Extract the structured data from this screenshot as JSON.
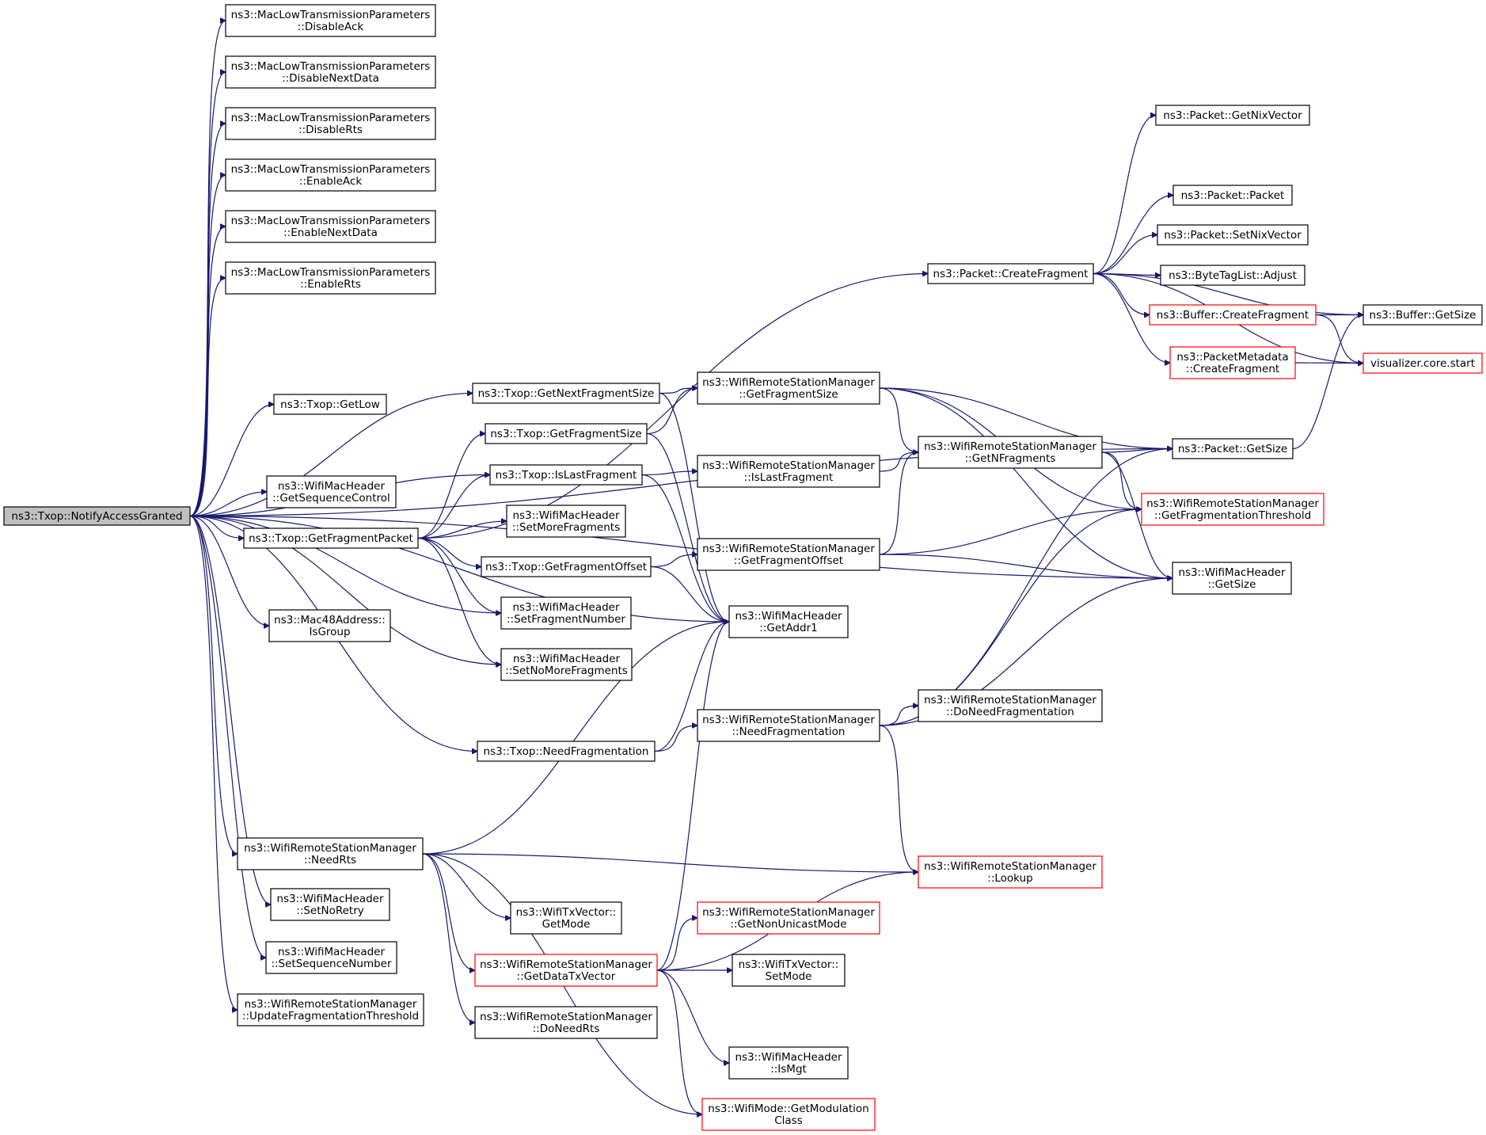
{
  "colors": {
    "edge": "#191970",
    "node_border": "#000000",
    "node_border_truncated": "#ff0000",
    "root_fill": "#bfbfbf"
  },
  "nodes": [
    {
      "id": "root",
      "lines": [
        "ns3::Txop::NotifyAccessGranted"
      ],
      "root": true
    },
    {
      "id": "disableAck",
      "lines": [
        "ns3::MacLowTransmissionParameters",
        "::DisableAck"
      ]
    },
    {
      "id": "disableNextData",
      "lines": [
        "ns3::MacLowTransmissionParameters",
        "::DisableNextData"
      ]
    },
    {
      "id": "disableRts",
      "lines": [
        "ns3::MacLowTransmissionParameters",
        "::DisableRts"
      ]
    },
    {
      "id": "enableAck",
      "lines": [
        "ns3::MacLowTransmissionParameters",
        "::EnableAck"
      ]
    },
    {
      "id": "enableNextData",
      "lines": [
        "ns3::MacLowTransmissionParameters",
        "::EnableNextData"
      ]
    },
    {
      "id": "enableRts",
      "lines": [
        "ns3::MacLowTransmissionParameters",
        "::EnableRts"
      ]
    },
    {
      "id": "getLow",
      "lines": [
        "ns3::Txop::GetLow"
      ]
    },
    {
      "id": "getSeqCtrl",
      "lines": [
        "ns3::WifiMacHeader",
        "::GetSequenceControl"
      ]
    },
    {
      "id": "getFragPacket",
      "lines": [
        "ns3::Txop::GetFragmentPacket"
      ]
    },
    {
      "id": "isGroup",
      "lines": [
        "ns3::Mac48Address::",
        "IsGroup"
      ]
    },
    {
      "id": "needRts",
      "lines": [
        "ns3::WifiRemoteStationManager",
        "::NeedRts"
      ]
    },
    {
      "id": "setNoRetry",
      "lines": [
        "ns3::WifiMacHeader",
        "::SetNoRetry"
      ]
    },
    {
      "id": "setSeqNum",
      "lines": [
        "ns3::WifiMacHeader",
        "::SetSequenceNumber"
      ]
    },
    {
      "id": "updFragThr",
      "lines": [
        "ns3::WifiRemoteStationManager",
        "::UpdateFragmentationThreshold"
      ]
    },
    {
      "id": "txopNextFragSize",
      "lines": [
        "ns3::Txop::GetNextFragmentSize"
      ]
    },
    {
      "id": "txopFragSize",
      "lines": [
        "ns3::Txop::GetFragmentSize"
      ]
    },
    {
      "id": "txopIsLast",
      "lines": [
        "ns3::Txop::IsLastFragment"
      ]
    },
    {
      "id": "setMoreFrag",
      "lines": [
        "ns3::WifiMacHeader",
        "::SetMoreFragments"
      ]
    },
    {
      "id": "txopFragOffset",
      "lines": [
        "ns3::Txop::GetFragmentOffset"
      ]
    },
    {
      "id": "setFragNum",
      "lines": [
        "ns3::WifiMacHeader",
        "::SetFragmentNumber"
      ]
    },
    {
      "id": "setNoMoreFrag",
      "lines": [
        "ns3::WifiMacHeader",
        "::SetNoMoreFragments"
      ]
    },
    {
      "id": "txopNeedFrag",
      "lines": [
        "ns3::Txop::NeedFragmentation"
      ]
    },
    {
      "id": "getModeTx",
      "lines": [
        "ns3::WifiTxVector::",
        "GetMode"
      ]
    },
    {
      "id": "getDataTxVector",
      "lines": [
        "ns3::WifiRemoteStationManager",
        "::GetDataTxVector"
      ],
      "red": true
    },
    {
      "id": "doNeedRts",
      "lines": [
        "ns3::WifiRemoteStationManager",
        "::DoNeedRts"
      ]
    },
    {
      "id": "wrsmFragSize",
      "lines": [
        "ns3::WifiRemoteStationManager",
        "::GetFragmentSize"
      ]
    },
    {
      "id": "wrsmIsLast",
      "lines": [
        "ns3::WifiRemoteStationManager",
        "::IsLastFragment"
      ]
    },
    {
      "id": "wrsmFragOffset",
      "lines": [
        "ns3::WifiRemoteStationManager",
        "::GetFragmentOffset"
      ]
    },
    {
      "id": "getAddr1",
      "lines": [
        "ns3::WifiMacHeader",
        "::GetAddr1"
      ]
    },
    {
      "id": "wrsmNeedFrag",
      "lines": [
        "ns3::WifiRemoteStationManager",
        "::NeedFragmentation"
      ]
    },
    {
      "id": "getNonUnicast",
      "lines": [
        "ns3::WifiRemoteStationManager",
        "::GetNonUnicastMode"
      ],
      "red": true
    },
    {
      "id": "setModeTx",
      "lines": [
        "ns3::WifiTxVector::",
        "SetMode"
      ]
    },
    {
      "id": "isMgt",
      "lines": [
        "ns3::WifiMacHeader",
        "::IsMgt"
      ]
    },
    {
      "id": "getModClass",
      "lines": [
        "ns3::WifiMode::GetModulation",
        "Class"
      ],
      "red": true
    },
    {
      "id": "pktCreateFrag",
      "lines": [
        "ns3::Packet::CreateFragment"
      ]
    },
    {
      "id": "getNFrag",
      "lines": [
        "ns3::WifiRemoteStationManager",
        "::GetNFragments"
      ]
    },
    {
      "id": "doNeedFrag",
      "lines": [
        "ns3::WifiRemoteStationManager",
        "::DoNeedFragmentation"
      ]
    },
    {
      "id": "lookup",
      "lines": [
        "ns3::WifiRemoteStationManager",
        "::Lookup"
      ],
      "red": true
    },
    {
      "id": "pktGetNix",
      "lines": [
        "ns3::Packet::GetNixVector"
      ]
    },
    {
      "id": "pktPacket",
      "lines": [
        "ns3::Packet::Packet"
      ]
    },
    {
      "id": "pktSetNix",
      "lines": [
        "ns3::Packet::SetNixVector"
      ]
    },
    {
      "id": "btlAdjust",
      "lines": [
        "ns3::ByteTagList::Adjust"
      ]
    },
    {
      "id": "bufCreateFrag",
      "lines": [
        "ns3::Buffer::CreateFragment"
      ],
      "red": true
    },
    {
      "id": "pmCreateFrag",
      "lines": [
        "ns3::PacketMetadata",
        "::CreateFragment"
      ],
      "red": true
    },
    {
      "id": "pktGetSize",
      "lines": [
        "ns3::Packet::GetSize"
      ]
    },
    {
      "id": "getFragThr",
      "lines": [
        "ns3::WifiRemoteStationManager",
        "::GetFragmentationThreshold"
      ],
      "red": true
    },
    {
      "id": "wmhGetSize",
      "lines": [
        "ns3::WifiMacHeader",
        "::GetSize"
      ]
    },
    {
      "id": "bufGetSize",
      "lines": [
        "ns3::Buffer::GetSize"
      ]
    },
    {
      "id": "vizStart",
      "lines": [
        "visualizer.core.start"
      ],
      "red": true
    }
  ],
  "edges": [
    [
      "root",
      "disableAck"
    ],
    [
      "root",
      "disableNextData"
    ],
    [
      "root",
      "disableRts"
    ],
    [
      "root",
      "enableAck"
    ],
    [
      "root",
      "enableNextData"
    ],
    [
      "root",
      "enableRts"
    ],
    [
      "root",
      "pktGetSize"
    ],
    [
      "root",
      "txopNextFragSize"
    ],
    [
      "root",
      "getLow"
    ],
    [
      "root",
      "txopIsLast"
    ],
    [
      "root",
      "getSeqCtrl"
    ],
    [
      "root",
      "getFragPacket"
    ],
    [
      "root",
      "setFragNum"
    ],
    [
      "root",
      "isGroup"
    ],
    [
      "root",
      "setNoMoreFrag"
    ],
    [
      "root",
      "getAddr1"
    ],
    [
      "root",
      "txopNeedFrag"
    ],
    [
      "root",
      "wmhGetSize"
    ],
    [
      "root",
      "needRts"
    ],
    [
      "root",
      "setNoRetry"
    ],
    [
      "root",
      "setSeqNum"
    ],
    [
      "root",
      "updFragThr"
    ],
    [
      "getFragPacket",
      "pktCreateFrag"
    ],
    [
      "getFragPacket",
      "txopFragSize"
    ],
    [
      "getFragPacket",
      "txopIsLast"
    ],
    [
      "getFragPacket",
      "setMoreFrag"
    ],
    [
      "getFragPacket",
      "txopFragOffset"
    ],
    [
      "getFragPacket",
      "setFragNum"
    ],
    [
      "getFragPacket",
      "setNoMoreFrag"
    ],
    [
      "txopNextFragSize",
      "wrsmFragSize"
    ],
    [
      "txopNextFragSize",
      "getAddr1"
    ],
    [
      "txopFragSize",
      "wrsmFragSize"
    ],
    [
      "txopFragSize",
      "getAddr1"
    ],
    [
      "txopIsLast",
      "wrsmIsLast"
    ],
    [
      "txopIsLast",
      "getAddr1"
    ],
    [
      "txopFragOffset",
      "wrsmFragOffset"
    ],
    [
      "txopFragOffset",
      "getAddr1"
    ],
    [
      "txopNeedFrag",
      "wrsmNeedFrag"
    ],
    [
      "txopNeedFrag",
      "getAddr1"
    ],
    [
      "needRts",
      "getAddr1"
    ],
    [
      "needRts",
      "lookup"
    ],
    [
      "needRts",
      "getModeTx"
    ],
    [
      "needRts",
      "getDataTxVector"
    ],
    [
      "needRts",
      "doNeedRts"
    ],
    [
      "needRts",
      "getModClass"
    ],
    [
      "getDataTxVector",
      "getAddr1"
    ],
    [
      "getDataTxVector",
      "getNonUnicast"
    ],
    [
      "getDataTxVector",
      "setModeTx"
    ],
    [
      "getDataTxVector",
      "lookup"
    ],
    [
      "getDataTxVector",
      "isMgt"
    ],
    [
      "getDataTxVector",
      "getModClass"
    ],
    [
      "wrsmFragSize",
      "pktGetSize"
    ],
    [
      "wrsmFragSize",
      "getNFrag"
    ],
    [
      "wrsmFragSize",
      "getFragThr"
    ],
    [
      "wrsmFragSize",
      "wmhGetSize"
    ],
    [
      "wrsmIsLast",
      "getNFrag"
    ],
    [
      "wrsmFragOffset",
      "getNFrag"
    ],
    [
      "wrsmFragOffset",
      "getFragThr"
    ],
    [
      "wrsmFragOffset",
      "wmhGetSize"
    ],
    [
      "wrsmNeedFrag",
      "pktGetSize"
    ],
    [
      "wrsmNeedFrag",
      "doNeedFrag"
    ],
    [
      "wrsmNeedFrag",
      "getFragThr"
    ],
    [
      "wrsmNeedFrag",
      "wmhGetSize"
    ],
    [
      "wrsmNeedFrag",
      "lookup"
    ],
    [
      "getNFrag",
      "pktGetSize"
    ],
    [
      "getNFrag",
      "getFragThr"
    ],
    [
      "getNFrag",
      "wmhGetSize"
    ],
    [
      "pktCreateFrag",
      "pktGetNix"
    ],
    [
      "pktCreateFrag",
      "bufGetSize"
    ],
    [
      "pktCreateFrag",
      "pktPacket"
    ],
    [
      "pktCreateFrag",
      "pktSetNix"
    ],
    [
      "pktCreateFrag",
      "btlAdjust"
    ],
    [
      "pktCreateFrag",
      "bufCreateFrag"
    ],
    [
      "pktCreateFrag",
      "pmCreateFrag"
    ],
    [
      "pktCreateFrag",
      "vizStart"
    ],
    [
      "bufCreateFrag",
      "bufGetSize"
    ],
    [
      "bufCreateFrag",
      "vizStart"
    ],
    [
      "pmCreateFrag",
      "vizStart"
    ],
    [
      "pktGetSize",
      "bufGetSize"
    ]
  ]
}
